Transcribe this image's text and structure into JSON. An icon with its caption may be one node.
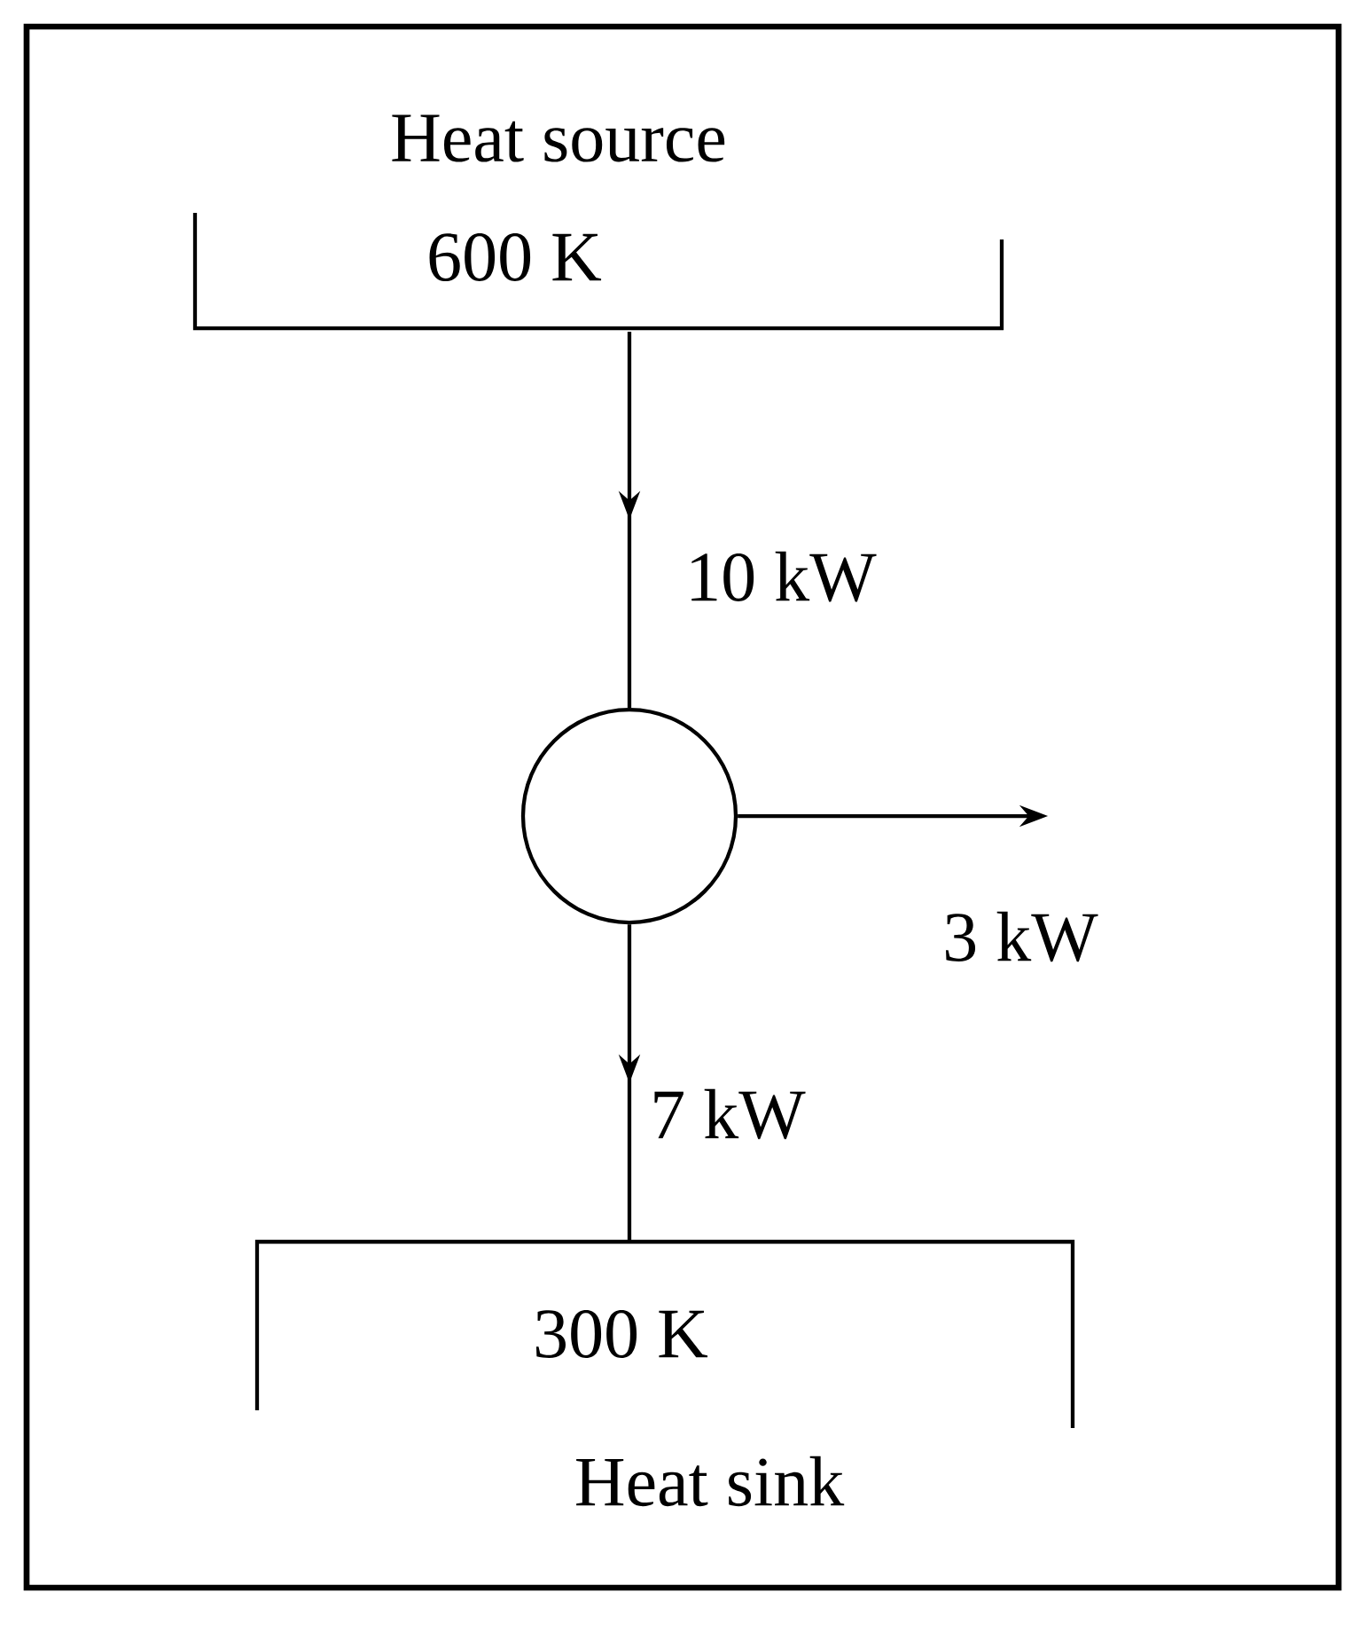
{
  "diagram": {
    "nodes": [
      {
        "text": [
          "Heat source",
          "600 K"
        ]
      },
      {
        "text": [],
        "shape": "circle"
      },
      {
        "text": [
          "300 K",
          "Heat sink"
        ]
      }
    ],
    "edges": [
      {
        "from": 0,
        "to": 1,
        "arrow": "to",
        "label": "10 kW"
      },
      {
        "from": 1,
        "to": null,
        "arrow": "to",
        "label": "3 kW"
      },
      {
        "from": 1,
        "to": 2,
        "arrow": "to",
        "label": "7 kW"
      }
    ]
  }
}
